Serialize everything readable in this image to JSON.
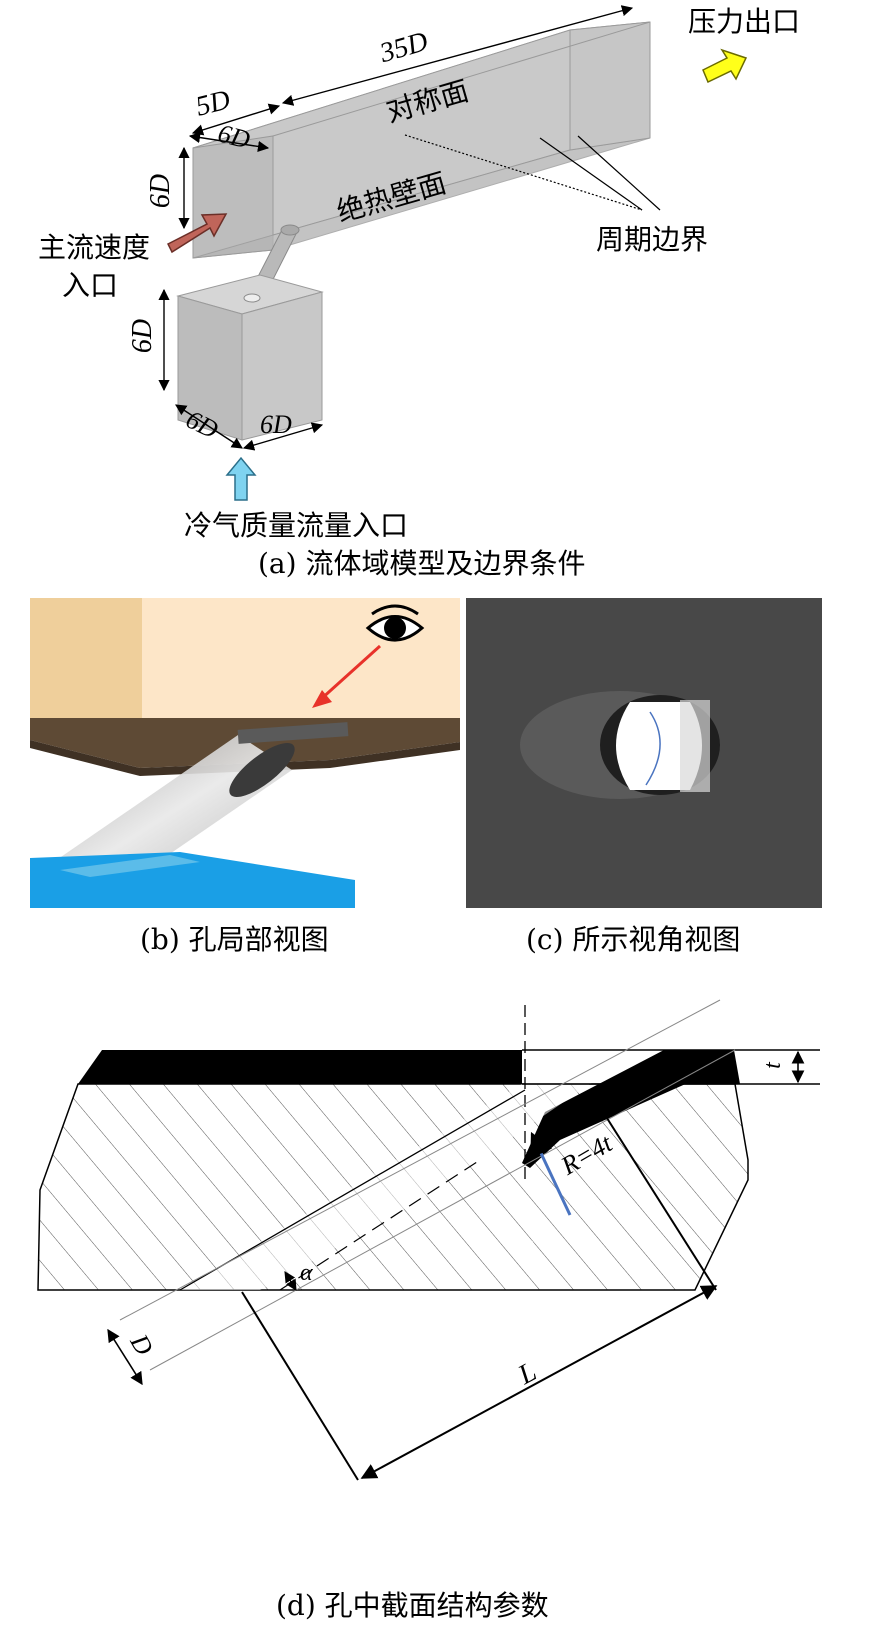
{
  "panel_a": {
    "caption": "(a) 流体域模型及边界条件",
    "dims": {
      "len35": "35D",
      "w5": "5D",
      "w6": "6D",
      "h6": "6D",
      "plenum_h": "6D",
      "plenum_w1": "6D",
      "plenum_w2": "6D"
    },
    "labels": {
      "outlet": "压力出口",
      "symmetry": "对称面",
      "adiabatic": "绝热壁面",
      "periodic": "周期边界",
      "mainflow_inlet_1": "主流速度",
      "mainflow_inlet_2": "入口",
      "coolant_inlet": "冷气质量流量入口"
    }
  },
  "panel_b": {
    "caption": "(b) 孔局部视图"
  },
  "panel_c": {
    "caption": "(c) 所示视角视图"
  },
  "panel_d": {
    "caption": "(d) 孔中截面结构参数",
    "labels": {
      "t": "t",
      "radius": "R=4t",
      "alpha": "α",
      "d": "D",
      "l": "L"
    }
  },
  "colors": {
    "box_fill": "#cfcfcf",
    "inlet_arrow": "#c0655a",
    "outlet_arrow": "#ffff1a",
    "coolant_arrow": "#7fd3f0",
    "sky": "#fde6c8",
    "wall_brown": "#5e4a35",
    "plenum_blue": "#1a9fe6",
    "panel_c_bg": "#484848",
    "r_arrow": "#4a74c0",
    "eye_arrow": "#e8322a"
  }
}
